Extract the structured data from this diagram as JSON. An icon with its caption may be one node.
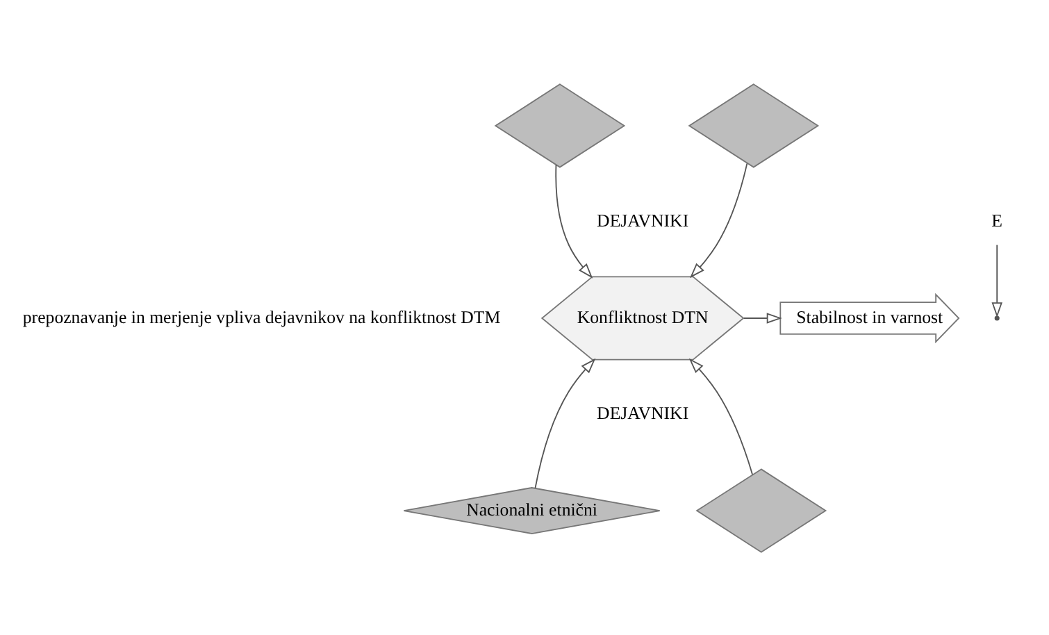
{
  "diagram": {
    "nodes": [
      {
        "text": [],
        "shape": "diamond"
      },
      {
        "text": [],
        "shape": "diamond"
      },
      {
        "text": [
          "E"
        ]
      },
      {
        "text": [
          "Konfliktnost DTN"
        ]
      },
      {
        "text": [
          "Stabilnost in varnost"
        ]
      },
      {
        "text": [
          "Nacionalni etnični"
        ]
      },
      {
        "text": [],
        "shape": "diamond"
      }
    ],
    "edges": [
      {
        "from": 0,
        "to": 3,
        "arrow": "to"
      },
      {
        "from": 1,
        "to": 3,
        "arrow": "to"
      },
      {
        "from": 5,
        "to": 3,
        "arrow": "to"
      },
      {
        "from": 6,
        "to": 3,
        "arrow": "to"
      },
      {
        "from": 3,
        "to": 4,
        "arrow": "to"
      },
      {
        "from": 2,
        "to": null,
        "arrow": "to"
      }
    ],
    "labels": [
      "DEJAVNIKI",
      "prepoznavanje in merjenje vpliva dejavnikov na konfliktnost DTM",
      "DEJAVNIKI"
    ]
  }
}
